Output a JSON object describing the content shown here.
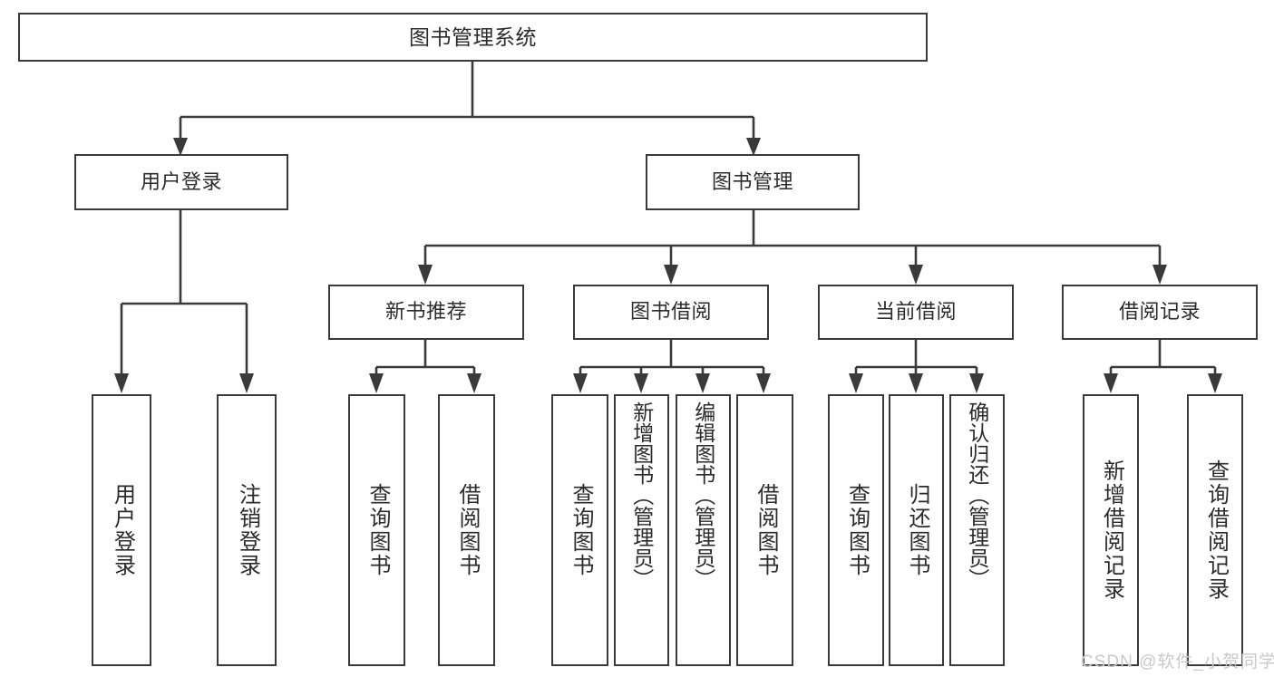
{
  "diagram": {
    "title": "图书管理系统",
    "type": "tree-hierarchy",
    "style": {
      "box_border_color": "#3a3a3a",
      "box_fill_color": "#ffffff",
      "line_color": "#3a3a3a",
      "text_color": "#2b2b2b",
      "background": "#ffffff",
      "watermark_color": "#c9c9c9"
    }
  },
  "nodes": {
    "root": {
      "label": "图书管理系统"
    },
    "level2": [
      {
        "id": "user-login",
        "label": "用户登录"
      },
      {
        "id": "book-manage",
        "label": "图书管理"
      }
    ],
    "level3": [
      {
        "id": "new-book-recommend",
        "label": "新书推荐"
      },
      {
        "id": "book-borrow",
        "label": "图书借阅"
      },
      {
        "id": "current-borrow",
        "label": "当前借阅"
      },
      {
        "id": "borrow-record",
        "label": "借阅记录"
      }
    ],
    "leaves": {
      "user-login": [
        {
          "id": "leaf-user-login",
          "label": "用户登录"
        },
        {
          "id": "leaf-logout-login",
          "label": "注销登录"
        }
      ],
      "new-book-recommend": [
        {
          "id": "leaf-query-book-1",
          "label": "查询图书"
        },
        {
          "id": "leaf-borrow-book-1",
          "label": "借阅图书"
        }
      ],
      "book-borrow": [
        {
          "id": "leaf-query-book-2",
          "label": "查询图书"
        },
        {
          "id": "leaf-add-book-admin",
          "label": "新增图书（管理员）"
        },
        {
          "id": "leaf-edit-book-admin",
          "label": "编辑图书（管理员）"
        },
        {
          "id": "leaf-borrow-book-2",
          "label": "借阅图书"
        }
      ],
      "current-borrow": [
        {
          "id": "leaf-query-book-3",
          "label": "查询图书"
        },
        {
          "id": "leaf-return-book",
          "label": "归还图书"
        },
        {
          "id": "leaf-confirm-return-admin",
          "label": "确认归还（管理员）"
        }
      ],
      "borrow-record": [
        {
          "id": "leaf-add-borrow-record",
          "label": "新增借阅记录"
        },
        {
          "id": "leaf-query-borrow-record",
          "label": "查询借阅记录"
        }
      ]
    }
  },
  "watermark": {
    "text": "CSDN @软件_小贺同学"
  }
}
